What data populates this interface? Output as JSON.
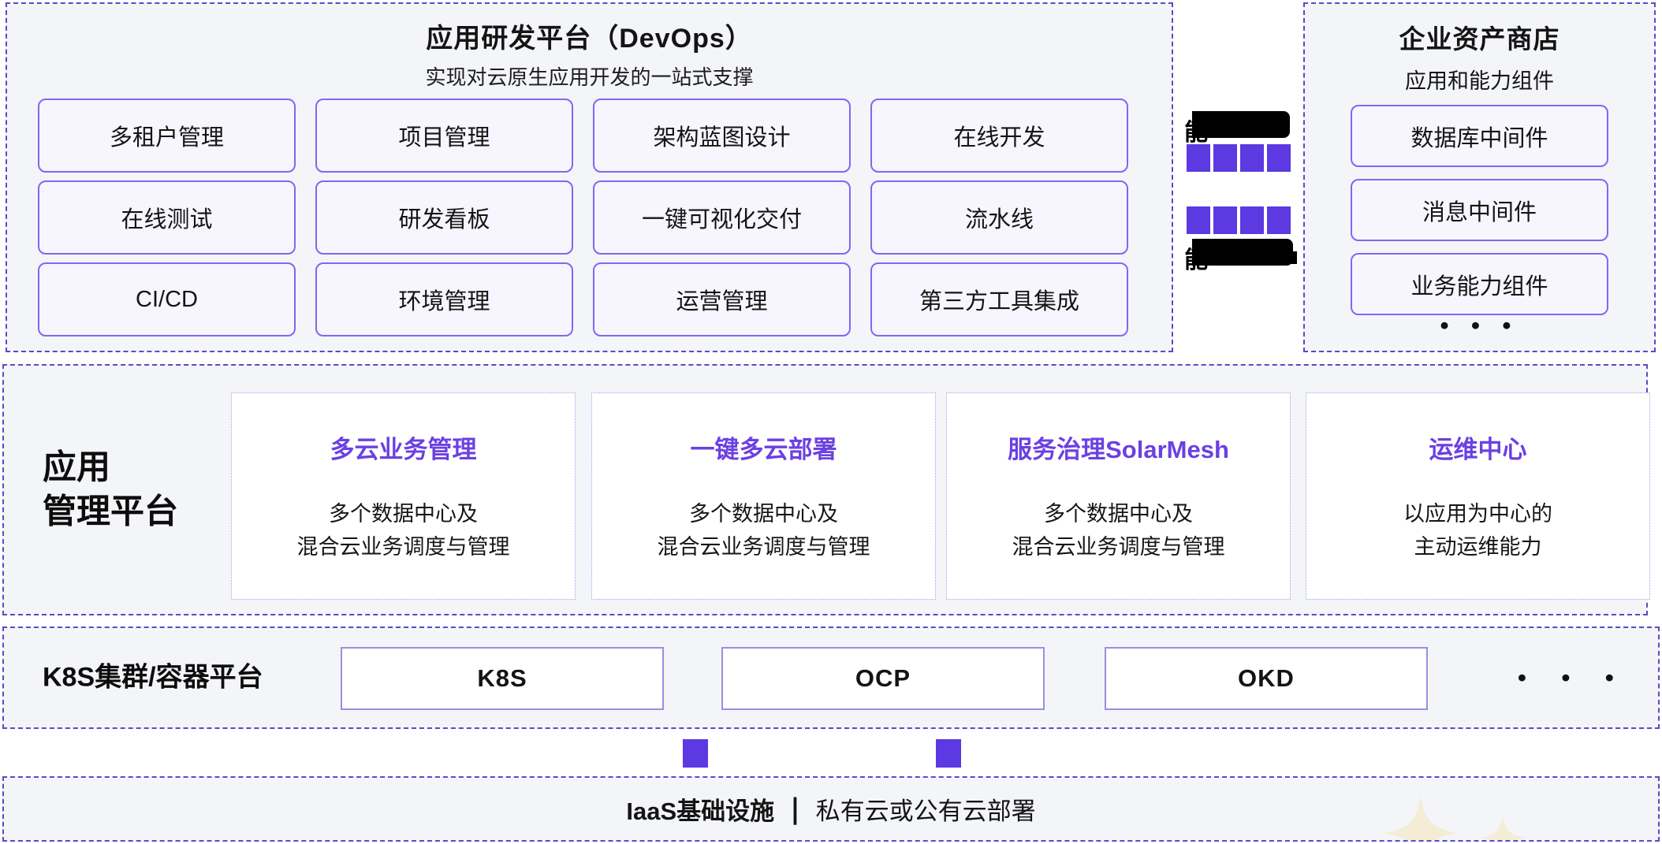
{
  "devops_platform": {
    "title": "应用研发平台（DevOps）",
    "subtitle": "实现对云原生应用开发的一站式支撑",
    "modules": [
      "多租户管理",
      "项目管理",
      "架构蓝图设计",
      "在线开发",
      "在线测试",
      "研发看板",
      "一键可视化交付",
      "流水线",
      "CI/CD",
      "环境管理",
      "运营管理",
      "第三方工具集成"
    ]
  },
  "connector": {
    "redacted_top_visible_char": "能",
    "redacted_bottom_visible_char": "能"
  },
  "asset_store": {
    "title": "企业资产商店",
    "subtitle": "应用和能力组件",
    "items": [
      "数据库中间件",
      "消息中间件",
      "业务能力组件"
    ],
    "more": "• • •"
  },
  "app_management": {
    "label_line1": "应用",
    "label_line2": "管理平台",
    "cards": [
      {
        "title": "多云业务管理",
        "desc_line1": "多个数据中心及",
        "desc_line2": "混合云业务调度与管理"
      },
      {
        "title": "一键多云部署",
        "desc_line1": "多个数据中心及",
        "desc_line2": "混合云业务调度与管理"
      },
      {
        "title": "服务治理SolarMesh",
        "desc_line1": "多个数据中心及",
        "desc_line2": "混合云业务调度与管理"
      },
      {
        "title": "运维中心",
        "desc_line1": "以应用为中心的",
        "desc_line2": "主动运维能力"
      }
    ]
  },
  "k8s_platform": {
    "label": "K8S集群/容器平台",
    "clusters": [
      "K8S",
      "OCP",
      "OKD"
    ],
    "more": "• • •"
  },
  "iaas": {
    "label_bold": "IaaS基础设施",
    "divider": "|",
    "label_regular": "私有云或公有云部署"
  },
  "colors": {
    "dashed_border": "#5b49c6",
    "panel_background": "#f4f5f8",
    "chip_border": "#8465f2",
    "chip_background": "#f7f5fe",
    "accent_square": "#5c39e0",
    "card_title": "#6b40e2",
    "cluster_box_border": "#9c8ede",
    "redaction": "#000000",
    "sparkle": "#f5ecd5"
  }
}
